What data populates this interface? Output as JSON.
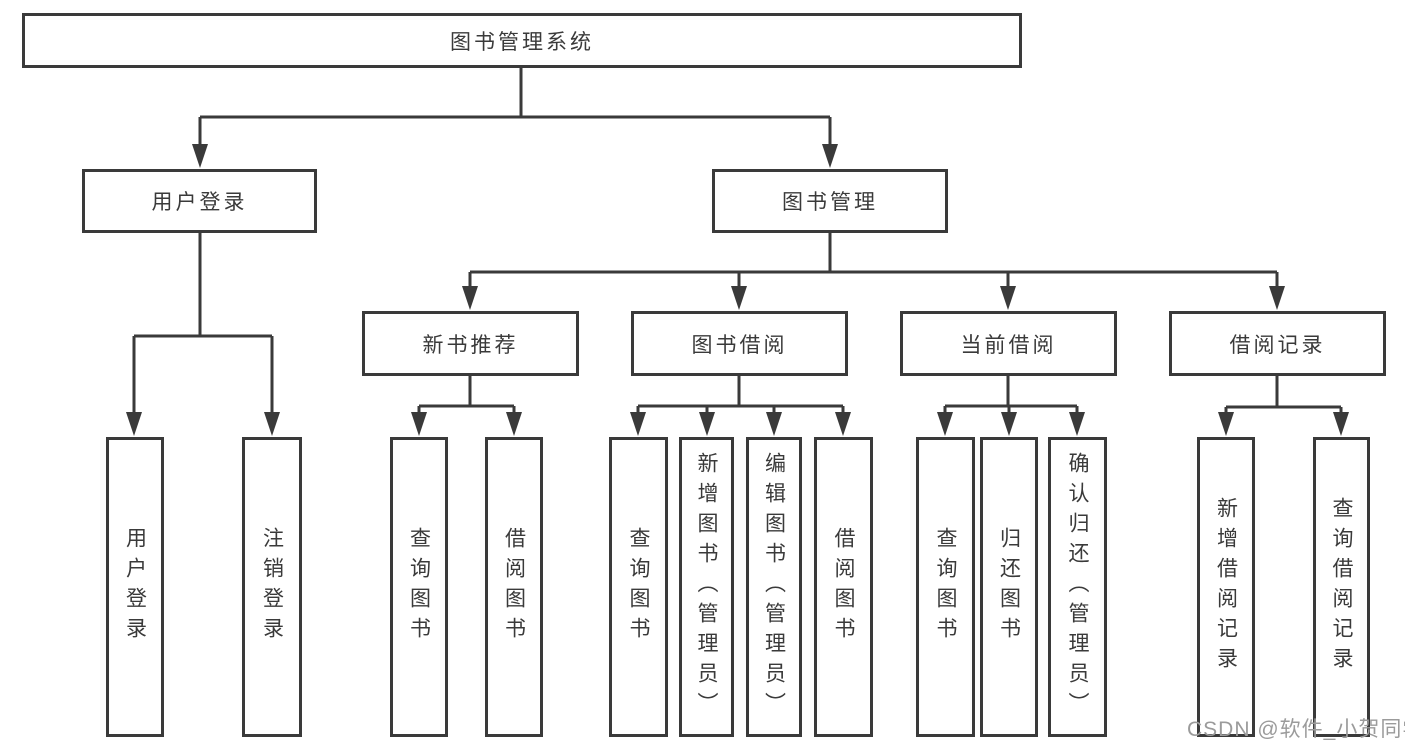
{
  "colors": {
    "line": "#3a3a3a",
    "text": "#3a3a3a",
    "box_bg": "#ffffff",
    "background": "#ffffff",
    "watermark": "#9b9b9b"
  },
  "nodes": {
    "root": "图书管理系统",
    "level2": {
      "user_login": "用户登录",
      "book_management": "图书管理"
    },
    "level3": {
      "new_book_recommend": "新书推荐",
      "book_borrowing": "图书借阅",
      "current_borrowing": "当前借阅",
      "borrowing_records": "借阅记录"
    },
    "leaves": {
      "user_login_group": [
        "用户登录",
        "注销登录"
      ],
      "new_book_group": [
        "查询图书",
        "借阅图书"
      ],
      "book_borrowing_group": [
        "查询图书",
        "新增图书（管理员）",
        "编辑图书（管理员）",
        "借阅图书"
      ],
      "current_borrowing_group": [
        "查询图书",
        "归还图书",
        "确认归还（管理员）"
      ],
      "records_group": [
        "新增借阅记录",
        "查询借阅记录"
      ]
    }
  },
  "watermark": {
    "text": "CSDN @软件_小贺同学"
  }
}
